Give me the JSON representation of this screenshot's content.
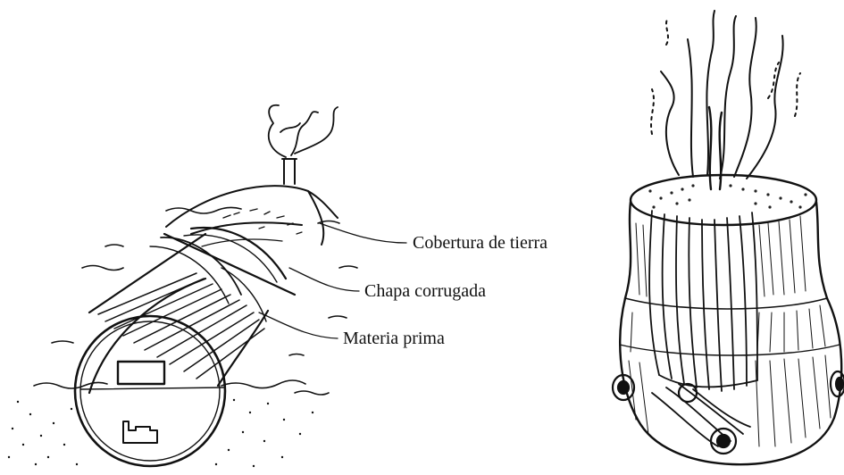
{
  "labels": {
    "cobertura": "Cobertura de tierra",
    "chapa": "Chapa corrugada",
    "materia": "Materia prima"
  }
}
